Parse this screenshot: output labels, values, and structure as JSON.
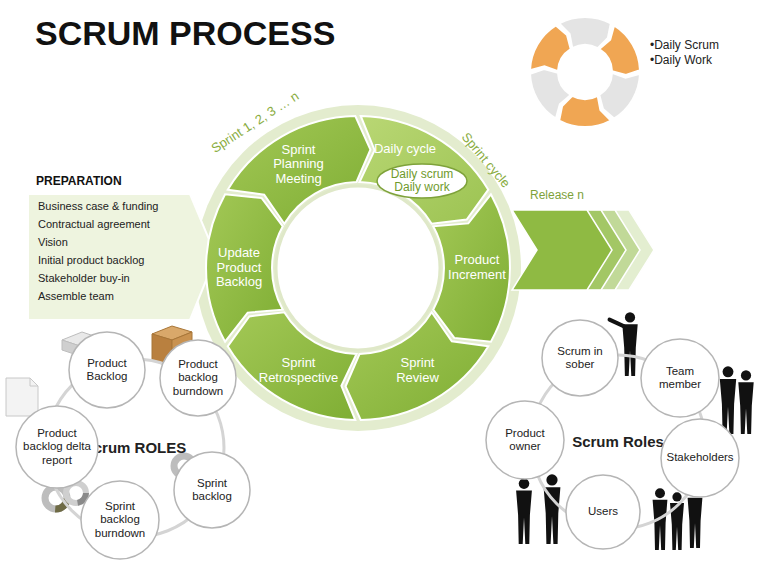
{
  "diagram": {
    "title": "SCRUM PROCESS",
    "nodes": [
      {
        "text": [
          "PREPARATION",
          "Business case & funding",
          "Contractual agreement",
          "Vision",
          "Initial product backlog",
          "Stakeholder buy-in",
          "Assemble team"
        ]
      },
      {
        "text": [
          "Sprint Planning Meeting"
        ]
      },
      {
        "text": [
          "Daily cycle"
        ]
      },
      {
        "text": [
          "Daily scrum Daily work"
        ],
        "in": 2
      },
      {
        "text": [
          "Product Increment"
        ]
      },
      {
        "text": [
          "Sprint Review"
        ]
      },
      {
        "text": [
          "Sprint Retrospective"
        ]
      },
      {
        "text": [
          "Update Product Backlog"
        ]
      },
      {
        "text": [
          "Release n"
        ]
      },
      {
        "text": [
          "Scrum ROLES"
        ]
      },
      {
        "text": [
          "Product Backlog"
        ]
      },
      {
        "text": [
          "Product backlog burndown"
        ]
      },
      {
        "text": [
          "Product backlog delta report"
        ]
      },
      {
        "text": [
          "Sprint backlog"
        ]
      },
      {
        "text": [
          "Sprint backlog burndown"
        ]
      },
      {
        "text": [
          "Scrum Roles"
        ]
      },
      {
        "text": [
          "Scrum in sober"
        ]
      },
      {
        "text": [
          "Team member"
        ]
      },
      {
        "text": [
          "Product owner"
        ]
      },
      {
        "text": [
          "Stakeholders"
        ]
      },
      {
        "text": [
          "Users"
        ]
      }
    ],
    "labels": [
      "•Daily Scrum",
      "•Daily Work",
      "Sprint 1, 2, 3 … n",
      "Sprint cycle"
    ]
  }
}
